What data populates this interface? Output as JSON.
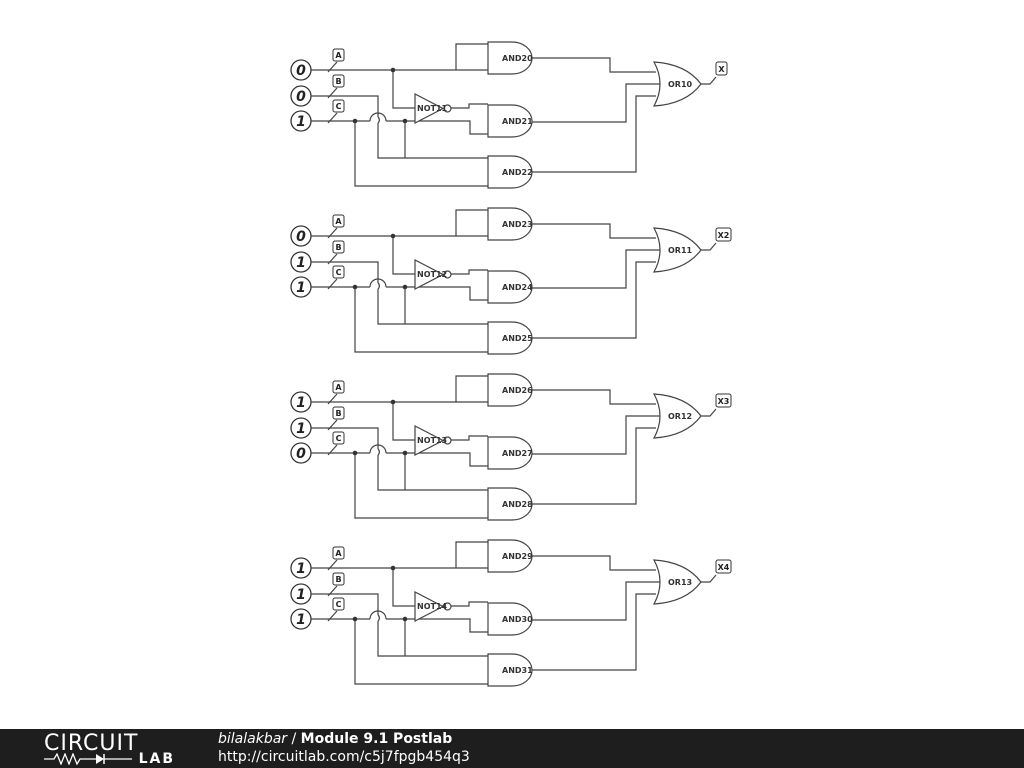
{
  "circuits": [
    {
      "inputs": [
        {
          "label": "A",
          "value": "0"
        },
        {
          "label": "B",
          "value": "0"
        },
        {
          "label": "C",
          "value": "1"
        }
      ],
      "not_gate": "NOT11",
      "and_gates": [
        "AND20",
        "AND21",
        "AND22"
      ],
      "or_gate": "OR10",
      "output": "X"
    },
    {
      "inputs": [
        {
          "label": "A",
          "value": "0"
        },
        {
          "label": "B",
          "value": "1"
        },
        {
          "label": "C",
          "value": "1"
        }
      ],
      "not_gate": "NOT12",
      "and_gates": [
        "AND23",
        "AND24",
        "AND25"
      ],
      "or_gate": "OR11",
      "output": "X2"
    },
    {
      "inputs": [
        {
          "label": "A",
          "value": "1"
        },
        {
          "label": "B",
          "value": "1"
        },
        {
          "label": "C",
          "value": "0"
        }
      ],
      "not_gate": "NOT13",
      "and_gates": [
        "AND26",
        "AND27",
        "AND28"
      ],
      "or_gate": "OR12",
      "output": "X3"
    },
    {
      "inputs": [
        {
          "label": "A",
          "value": "1"
        },
        {
          "label": "B",
          "value": "1"
        },
        {
          "label": "C",
          "value": "1"
        }
      ],
      "not_gate": "NOT14",
      "and_gates": [
        "AND29",
        "AND30",
        "AND31"
      ],
      "or_gate": "OR13",
      "output": "X4"
    }
  ],
  "footer": {
    "logo_top": "CIRCUIT",
    "logo_bottom": "LAB",
    "user": "bilalakbar",
    "separator": " / ",
    "title": "Module 9.1 Postlab",
    "url": "http://circuitlab.com/c5j7fpgb454q3"
  }
}
